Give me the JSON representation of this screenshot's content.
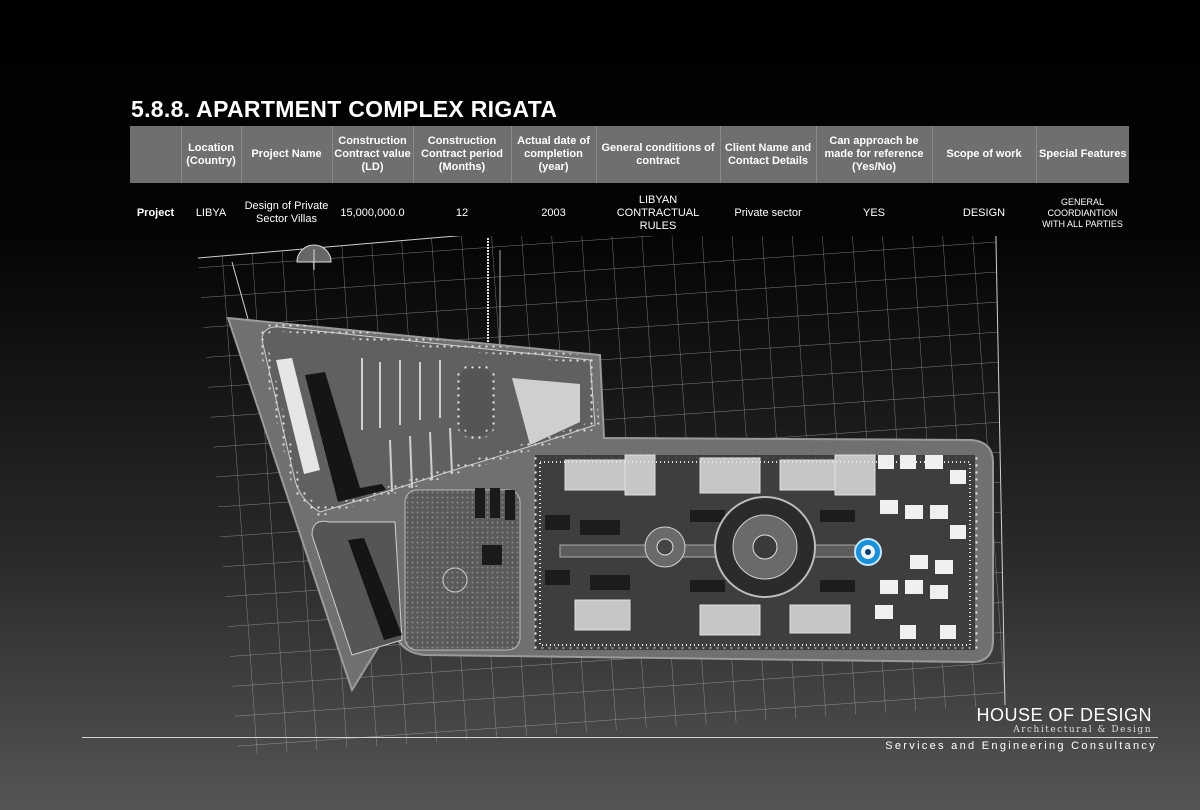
{
  "page": {
    "title": "5.8.8. APARTMENT COMPLEX RIGATA"
  },
  "table": {
    "headers": [
      "",
      "Location (Country)",
      "Project Name",
      "Construction Contract value (LD)",
      "Construction Contract period (Months)",
      "Actual date of completion (year)",
      "General conditions of contract",
      "Client Name and Contact Details",
      "Can approach be made for reference (Yes/No)",
      "Scope of work",
      "Special Features"
    ],
    "row": [
      "Project",
      "LIBYA",
      "Design of Private Sector Villas",
      "15,000,000.0",
      "12",
      "2003",
      "LIBYAN CONTRACTUAL RULES",
      "Private sector",
      "YES",
      "DESIGN",
      "GENERAL COORDIANTION WITH ALL PARTIES"
    ]
  },
  "brand": {
    "name": "HOUSE OF DESIGN",
    "tagline": "Architectural & Design",
    "services": "Services and Engineering Consultancy"
  }
}
